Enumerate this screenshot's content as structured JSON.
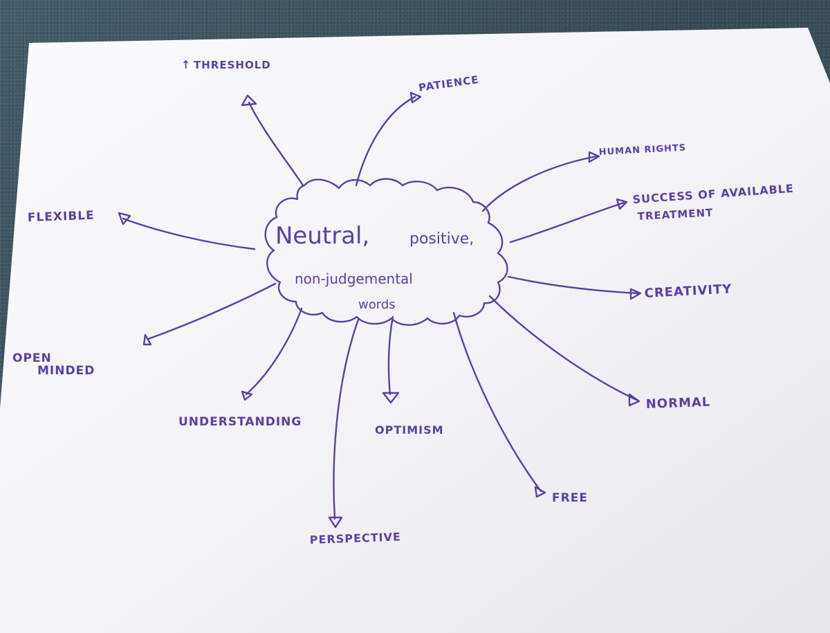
{
  "center": {
    "line1": "Neutral,",
    "line1b": "positive,",
    "line2": "non-judgemental",
    "line3": "words"
  },
  "words": {
    "threshold": "THRESHOLD",
    "threshold_arrow": "↑",
    "patience": "PATIENCE",
    "human_rights": "HUMAN RIGHTS",
    "success_1": "SUCCESS OF AVAILABLE",
    "success_2": "TREATMENT",
    "flexible": "FLEXIBLE",
    "creativity": "CREATIVITY",
    "open_1": "OPEN",
    "open_2": "MINDED",
    "understanding": "UNDERSTANDING",
    "optimism": "OPTIMISM",
    "normal": "NORMAL",
    "free": "FREE",
    "perspective": "PERSPECTIVE"
  },
  "colors": {
    "ink": "#5b3fa6",
    "paper": "#f7f6f9",
    "carpet": "#3e5360"
  }
}
